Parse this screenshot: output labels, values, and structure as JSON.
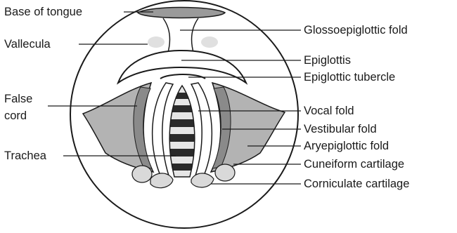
{
  "diagram": {
    "labels": {
      "base_of_tongue": "Base of tongue",
      "vallecula": "Vallecula",
      "false_cord_line1": "False",
      "false_cord_line2": "cord",
      "trachea": "Trachea",
      "glossoepiglottic_fold": "Glossoepiglottic fold",
      "epiglottis": "Epiglottis",
      "epiglottic_tubercle": "Epiglottic tubercle",
      "vocal_fold": "Vocal fold",
      "vestibular_fold": "Vestibular fold",
      "aryepiglottic_fold": "Aryepiglottic fold",
      "cuneiform_cartilage": "Cuneiform cartilage",
      "corniculate_cartilage": "Corniculate cartilage"
    },
    "colors": {
      "outline": "#1a1a1a",
      "tissue_dark": "#8a8a8a",
      "tissue_mid": "#b3b3b3",
      "tissue_light": "#d9d9d9",
      "ring_dark": "#2a2a2a",
      "ring_light": "#e6e6e6",
      "background": "#ffffff"
    }
  }
}
